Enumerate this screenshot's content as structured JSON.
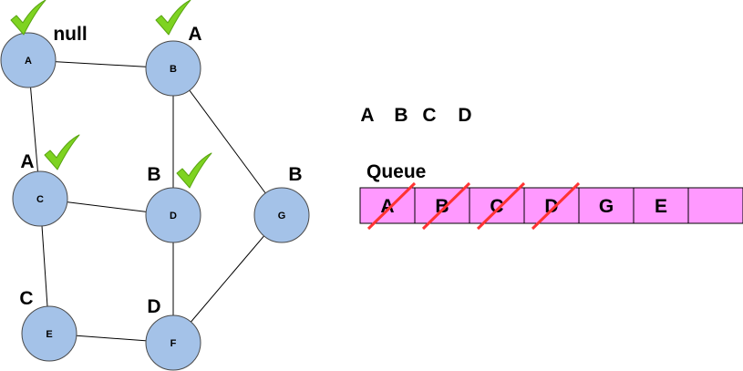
{
  "graph": {
    "nodes": [
      {
        "id": "A",
        "label": "A",
        "parent": "null",
        "visited": true
      },
      {
        "id": "B",
        "label": "B",
        "parent": "A",
        "visited": true
      },
      {
        "id": "C",
        "label": "C",
        "parent": "A",
        "visited": true
      },
      {
        "id": "D",
        "label": "D",
        "parent": "B",
        "visited": true
      },
      {
        "id": "G",
        "label": "G",
        "parent": "B",
        "visited": false
      },
      {
        "id": "E",
        "label": "E",
        "parent": "C",
        "visited": false
      },
      {
        "id": "F",
        "label": "F",
        "parent": "D",
        "visited": false
      }
    ],
    "edges": [
      [
        "A",
        "B"
      ],
      [
        "A",
        "C"
      ],
      [
        "B",
        "D"
      ],
      [
        "B",
        "G"
      ],
      [
        "C",
        "D"
      ],
      [
        "C",
        "E"
      ],
      [
        "D",
        "F"
      ],
      [
        "E",
        "F"
      ],
      [
        "F",
        "G"
      ]
    ]
  },
  "visited_order": [
    "A",
    "B",
    "C",
    "D"
  ],
  "queue": {
    "title": "Queue",
    "cells": [
      {
        "label": "A",
        "removed": true
      },
      {
        "label": "B",
        "removed": true
      },
      {
        "label": "C",
        "removed": true
      },
      {
        "label": "D",
        "removed": true
      },
      {
        "label": "G",
        "removed": false
      },
      {
        "label": "E",
        "removed": false
      },
      {
        "label": "",
        "removed": false
      }
    ]
  },
  "colors": {
    "node_fill": "#a4c2e8",
    "node_stroke": "#4a4a4a",
    "check": "#7ed321",
    "queue_fill": "#ff99ff",
    "strike": "#ff3333"
  }
}
